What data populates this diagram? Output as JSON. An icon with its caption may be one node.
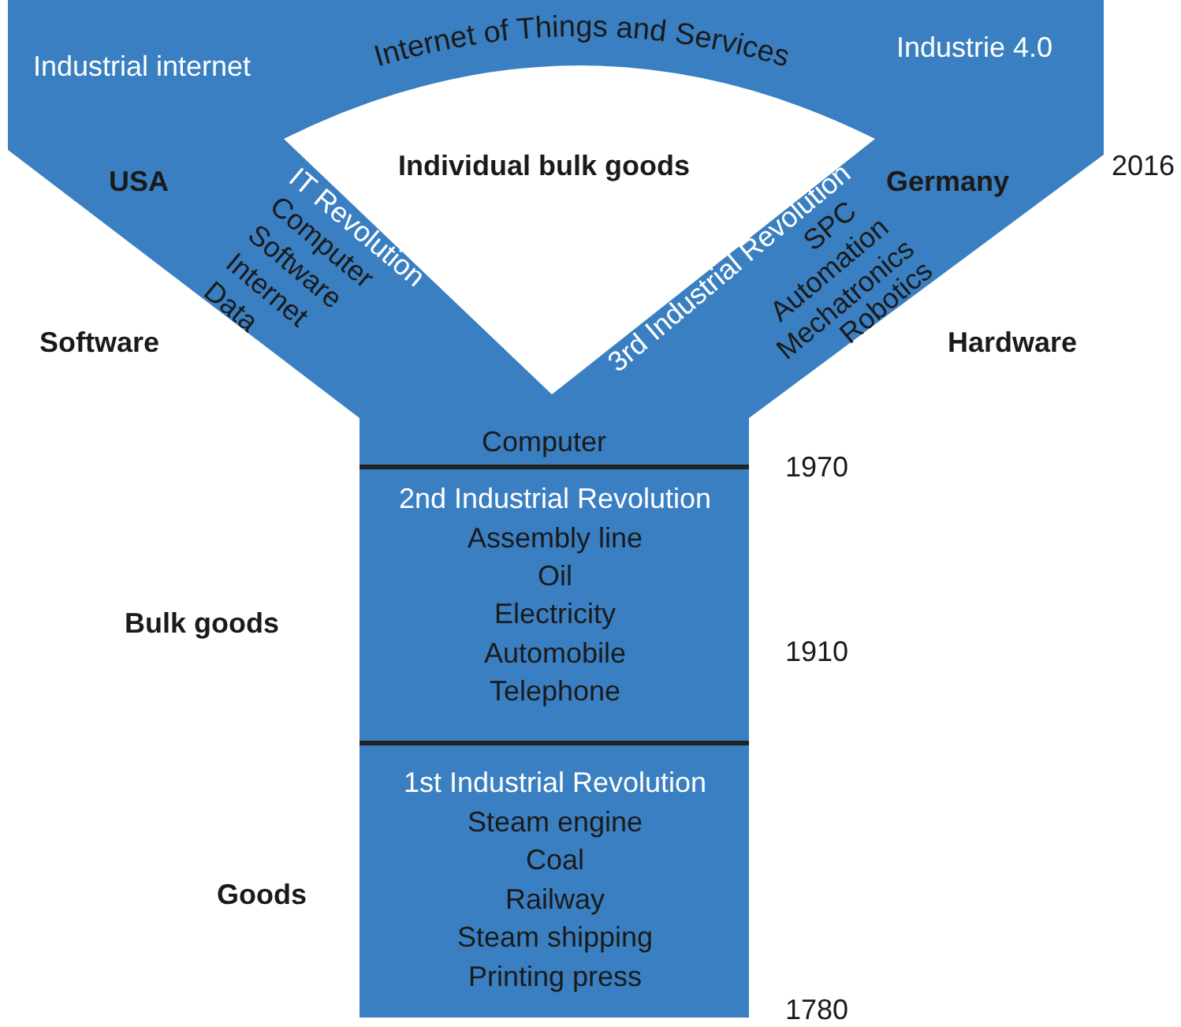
{
  "diagram": {
    "nodes": [
      {
        "text": [
          "Industrial internet",
          "USA",
          "IT Revolution",
          "Computer",
          "Software",
          "Internet",
          "Data"
        ]
      },
      {
        "text": [
          "Internet of Things and Services"
        ]
      },
      {
        "text": [
          "Industrie 4.0",
          "Germany",
          "3rd Industrial Revolution",
          "SPC",
          "Automation",
          "Mechatronics",
          "Robotics"
        ]
      },
      {
        "text": [
          "Computer"
        ]
      },
      {
        "text": [
          "2nd Industrial Revolution",
          "Assembly line",
          "Oil",
          "Electricity",
          "Automobile",
          "Telephone"
        ]
      },
      {
        "text": [
          "1st Industrial Revolution",
          "Steam engine",
          "Coal",
          "Railway",
          "Steam shipping",
          "Printing press"
        ]
      }
    ],
    "edges": [],
    "labels": [
      "Individual bulk goods",
      "2016",
      "Software",
      "Hardware",
      "1970",
      "Bulk goods",
      "1910",
      "Goods",
      "1780"
    ]
  }
}
